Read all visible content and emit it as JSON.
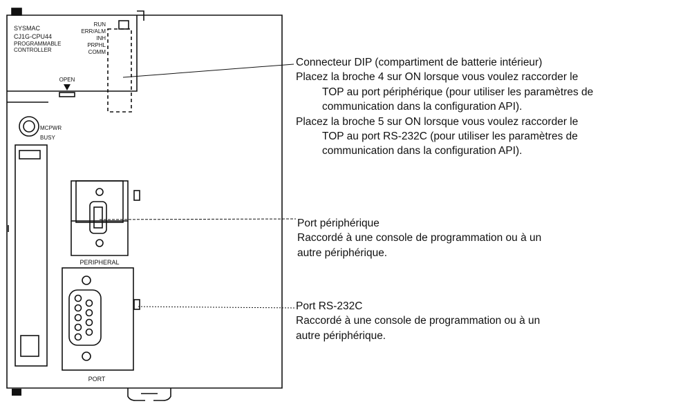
{
  "device": {
    "brand": "SYSMAC",
    "model": "CJ1G-CPU44",
    "type_line1": "PROGRAMMABLE",
    "type_line2": "CONTROLLER",
    "indicators": [
      "RUN",
      "ERR/ALM",
      "INH",
      "PRPHL",
      "COMM"
    ],
    "open_label": "OPEN",
    "mcpwr_label": "MCPWR",
    "busy_label": "BUSY",
    "peripheral_label": "PERIPHERAL",
    "port_label": "PORT"
  },
  "callouts": {
    "dip": {
      "title": "Connecteur DIP (compartiment de batterie intérieur)",
      "line1": "Placez la broche 4 sur ON lorsque vous voulez raccorder le",
      "line2": "TOP au port périphérique (pour utiliser les paramètres de",
      "line3": "communication dans la configuration API).",
      "line4": "Placez la broche 5 sur ON lorsque vous voulez raccorder le",
      "line5": "TOP au port RS-232C (pour utiliser les paramètres de",
      "line6": "communication dans la configuration API)."
    },
    "peripheral": {
      "title": "Port périphérique",
      "line1": "Raccordé à une console de programmation ou à un",
      "line2": "autre périphérique."
    },
    "rs232c": {
      "title": "Port RS-232C",
      "line1": "Raccordé à une console de programmation ou à un",
      "line2": "autre périphérique."
    }
  }
}
